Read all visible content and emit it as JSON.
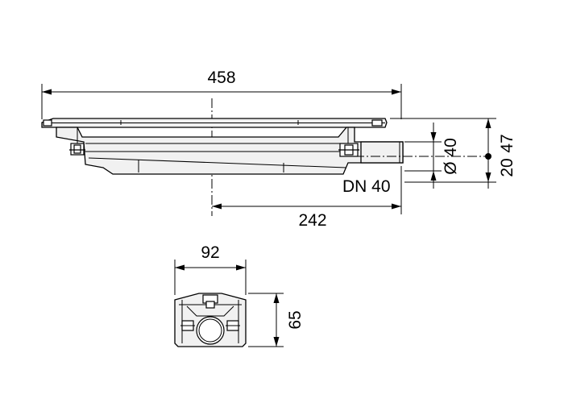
{
  "dimensions": {
    "overall_length": "458",
    "outlet_offset": "242",
    "outlet_diameter": "Ø 40",
    "outlet_nominal": "DN 40",
    "height_total": "47",
    "height_outlet": "20",
    "width": "92",
    "depth": "65"
  }
}
